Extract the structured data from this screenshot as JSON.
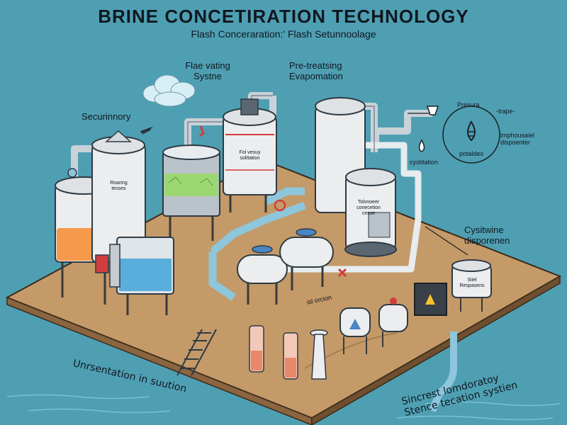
{
  "header": {
    "title": "BRINE CONCETIRATION TECHNOLOGY",
    "subtitle": "Flash Concerаration:ʹ Flash Setunnoolage"
  },
  "labels": {
    "flare_system": "Flae vating\nSystne",
    "pretreating": "Pre-treatsing\nEvapomation",
    "security": "Securinnory",
    "pressure": "Presura",
    "trape": "-trape-",
    "impousal": "imphousaiel\ndispoenter",
    "cystitation": "cystitation",
    "potables": "potaldes",
    "cystwine": "Cysitwine\ndisporenen",
    "unsentation": "Unrsentation  in suution",
    "sincrest": "Sincrest lomdoratoy\nStence tecation systien",
    "rearing_tank": "Roaring\ntesses",
    "fol_tank": "Fol vesuy\nsolttation",
    "tolusteg": "Tolvnoeer\nconecetion\ncesse",
    "skel_tank": "Siiel\nRespasens",
    "pipe_label": "isl orcion"
  },
  "colors": {
    "sea": "#4f9fb3",
    "deck": "#c49a68",
    "tank": "#ecedee",
    "pipe": "#8ec6dc",
    "orange_liquid": "#f59a4a",
    "blue_liquid": "#5aaedc",
    "green_liquid": "#9bd872",
    "red_valve": "#d23c3c"
  }
}
